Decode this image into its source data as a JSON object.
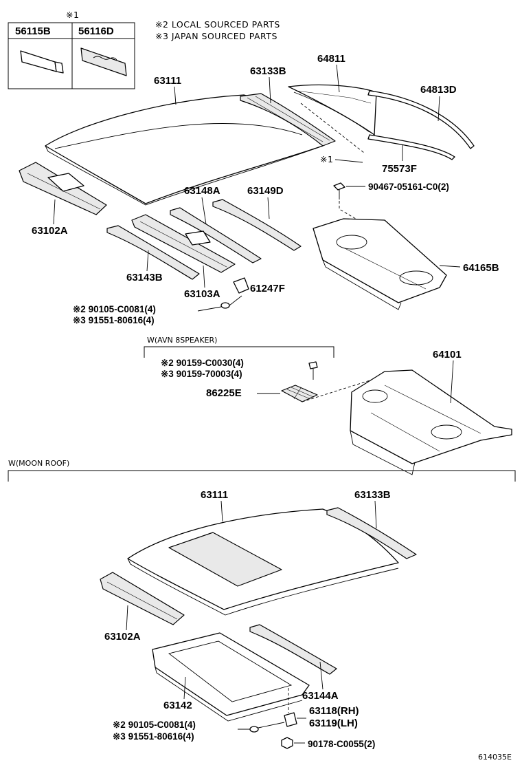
{
  "notes": {
    "mark1": "※1",
    "local": "※2 LOCAL SOURCED PARTS",
    "japan": "※3 JAPAN SOURCED PARTS"
  },
  "badge_table": {
    "col1": "56115B",
    "col2": "56116D"
  },
  "upper": {
    "p63111": "63111",
    "p63133B": "63133B",
    "p64811": "64811",
    "p64813D": "64813D",
    "p63102A": "63102A",
    "mark1_inline": "※1",
    "p75573F": "75573F",
    "p90467": "90467-05161-C0(2)",
    "p63148A": "63148A",
    "p63149D": "63149D",
    "p64165B": "64165B",
    "p63143B": "63143B",
    "p63103A": "63103A",
    "p61247F": "61247F",
    "bolt_local": "※2 90105-C0081(4)",
    "bolt_japan": "※3 91551-80616(4)"
  },
  "speaker_section": {
    "title": "W(AVN 8SPEAKER)",
    "screw_local": "※2 90159-C0030(4)",
    "screw_japan": "※3 90159-70003(4)",
    "p86225E": "86225E",
    "p64101": "64101"
  },
  "moonroof_section": {
    "title": "W(MOON ROOF)",
    "p63111": "63111",
    "p63133B": "63133B",
    "p63102A": "63102A",
    "p63142": "63142",
    "p63144A": "63144A",
    "p63118": "63118(RH)",
    "p63119": "63119(LH)",
    "bolt_local": "※2 90105-C0081(4)",
    "bolt_japan": "※3 91551-80616(4)",
    "p90178": "90178-C0055(2)"
  },
  "diagram_code": "614035E"
}
